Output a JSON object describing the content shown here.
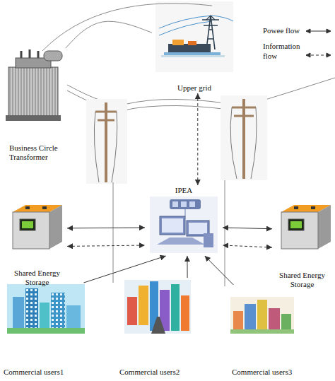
{
  "diagram": {
    "nodes": [
      {
        "text": [
          "Upper grid"
        ]
      },
      {
        "text": [
          "Business Circle Transformer"
        ]
      },
      {
        "text": [
          "IPEA"
        ]
      },
      {
        "text": [
          "Shared Energy Storage"
        ]
      },
      {
        "text": [
          "Shared Energy Storage"
        ]
      },
      {
        "text": [
          "Commercial users1"
        ]
      },
      {
        "text": [
          "Commercial users2"
        ]
      },
      {
        "text": [
          "Commercial users3"
        ]
      }
    ],
    "edges": [
      {
        "from": 0,
        "to": 2,
        "arrow": "both"
      },
      {
        "from": 3,
        "to": 2,
        "arrow": "both"
      },
      {
        "from": 3,
        "to": 2,
        "arrow": "both"
      },
      {
        "from": 4,
        "to": 2,
        "arrow": "both"
      },
      {
        "from": 4,
        "to": 2,
        "arrow": "both"
      },
      {
        "from": 5,
        "to": 2,
        "arrow": "to"
      },
      {
        "from": 6,
        "to": 2,
        "arrow": "to"
      },
      {
        "from": 7,
        "to": 2,
        "arrow": "to"
      },
      {
        "from": 1,
        "to": 0,
        "arrow": "none"
      }
    ],
    "legend": [
      {
        "text": "Powee flow"
      },
      {
        "text": "Information flow"
      }
    ]
  }
}
